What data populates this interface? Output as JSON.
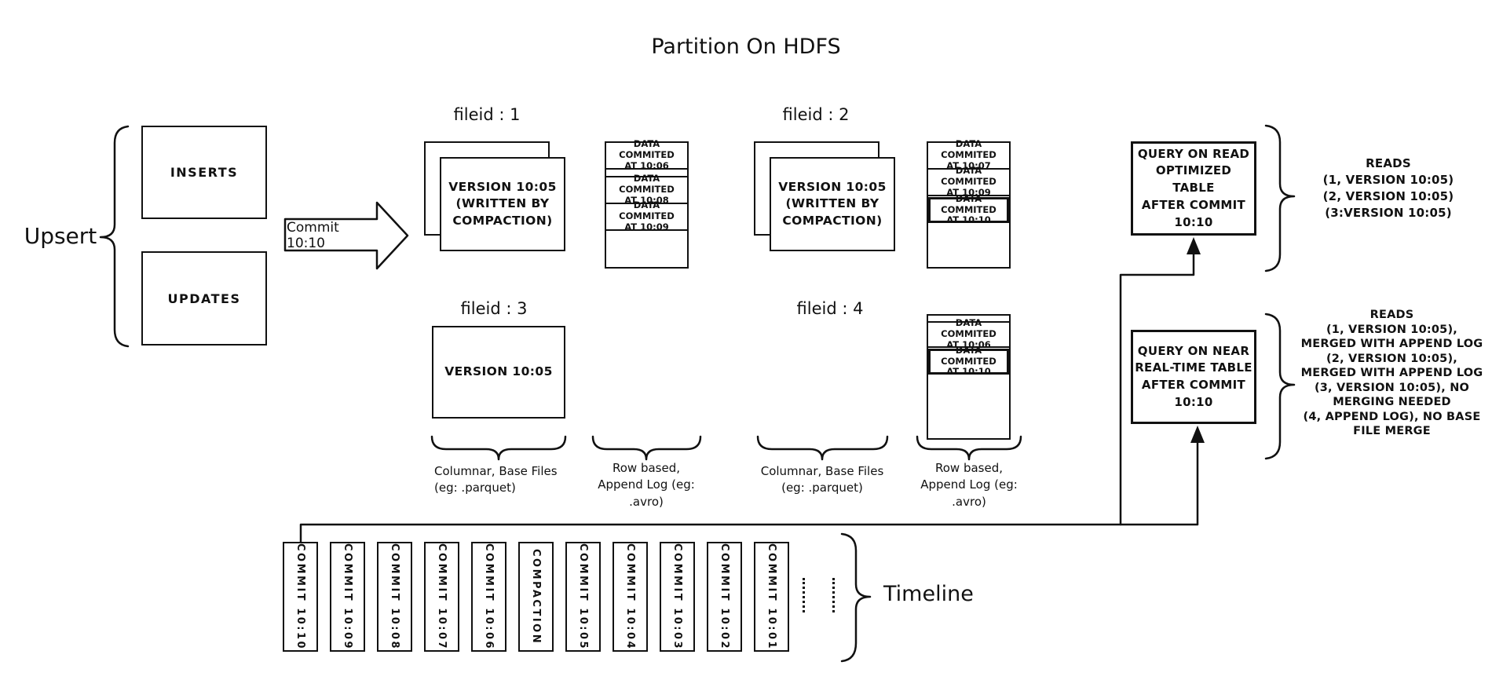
{
  "title": "Partition On HDFS",
  "upsert": {
    "label": "Upsert",
    "inserts": "INSERTS",
    "updates": "UPDATES"
  },
  "commit_arrow": {
    "label": "Commit 10:10"
  },
  "file_group_1": {
    "label": "fileid : 1",
    "base_text": "VERSION 10:05\n(WRITTEN BY\nCOMPACTION)",
    "log": [
      "DATA COMMITED\nAT 10:06",
      "DATA COMMITED\nAT 10:08",
      "DATA COMMITED\nAT 10:09"
    ]
  },
  "file_group_2": {
    "label": "fileid : 2",
    "base_text": "VERSION 10:05\n(WRITTEN BY\nCOMPACTION)",
    "log": [
      "DATA COMMITED\nAT 10:07",
      "DATA COMMITED\nAT 10:09",
      "DATA COMMITED\nAT 10:10"
    ]
  },
  "file_group_3": {
    "label": "fileid : 3",
    "base_text": "VERSION 10:05"
  },
  "file_group_4": {
    "label": "fileid : 4",
    "log": [
      "DATA COMMITED\nAT 10:06",
      "DATA COMMITED\nAT 10:10"
    ]
  },
  "legend": {
    "columnar": "Columnar, Base Files\n(eg: .parquet)",
    "row_based": "Row based,\nAppend Log (eg:\n.avro)"
  },
  "query_read_optimized": {
    "box_text": "QUERY ON READ\nOPTIMIZED TABLE\nAFTER COMMIT\n10:10",
    "reads_text": "READS\n(1, VERSION 10:05)\n(2, VERSION 10:05)\n(3:VERSION 10:05)"
  },
  "query_realtime": {
    "box_text": "QUERY ON NEAR\nREAL-TIME TABLE\nAFTER COMMIT\n10:10",
    "reads_text": "READS\n(1, VERSION 10:05),\nMERGED WITH APPEND LOG\n(2, VERSION 10:05),\nMERGED WITH APPEND LOG\n(3, VERSION 10:05), NO\nMERGING NEEDED\n(4, APPEND LOG), NO BASE\nFILE MERGE"
  },
  "timeline": {
    "label": "Timeline",
    "items": [
      "COMMIT 10:10",
      "COMMIT 10:09",
      "COMMIT 10:08",
      "COMMIT 10:07",
      "COMMIT 10:06",
      "COMPACTION",
      "COMMIT 10:05",
      "COMMIT 10:04",
      "COMMIT 10:03",
      "COMMIT 10:02",
      "COMMIT 10:01"
    ]
  }
}
